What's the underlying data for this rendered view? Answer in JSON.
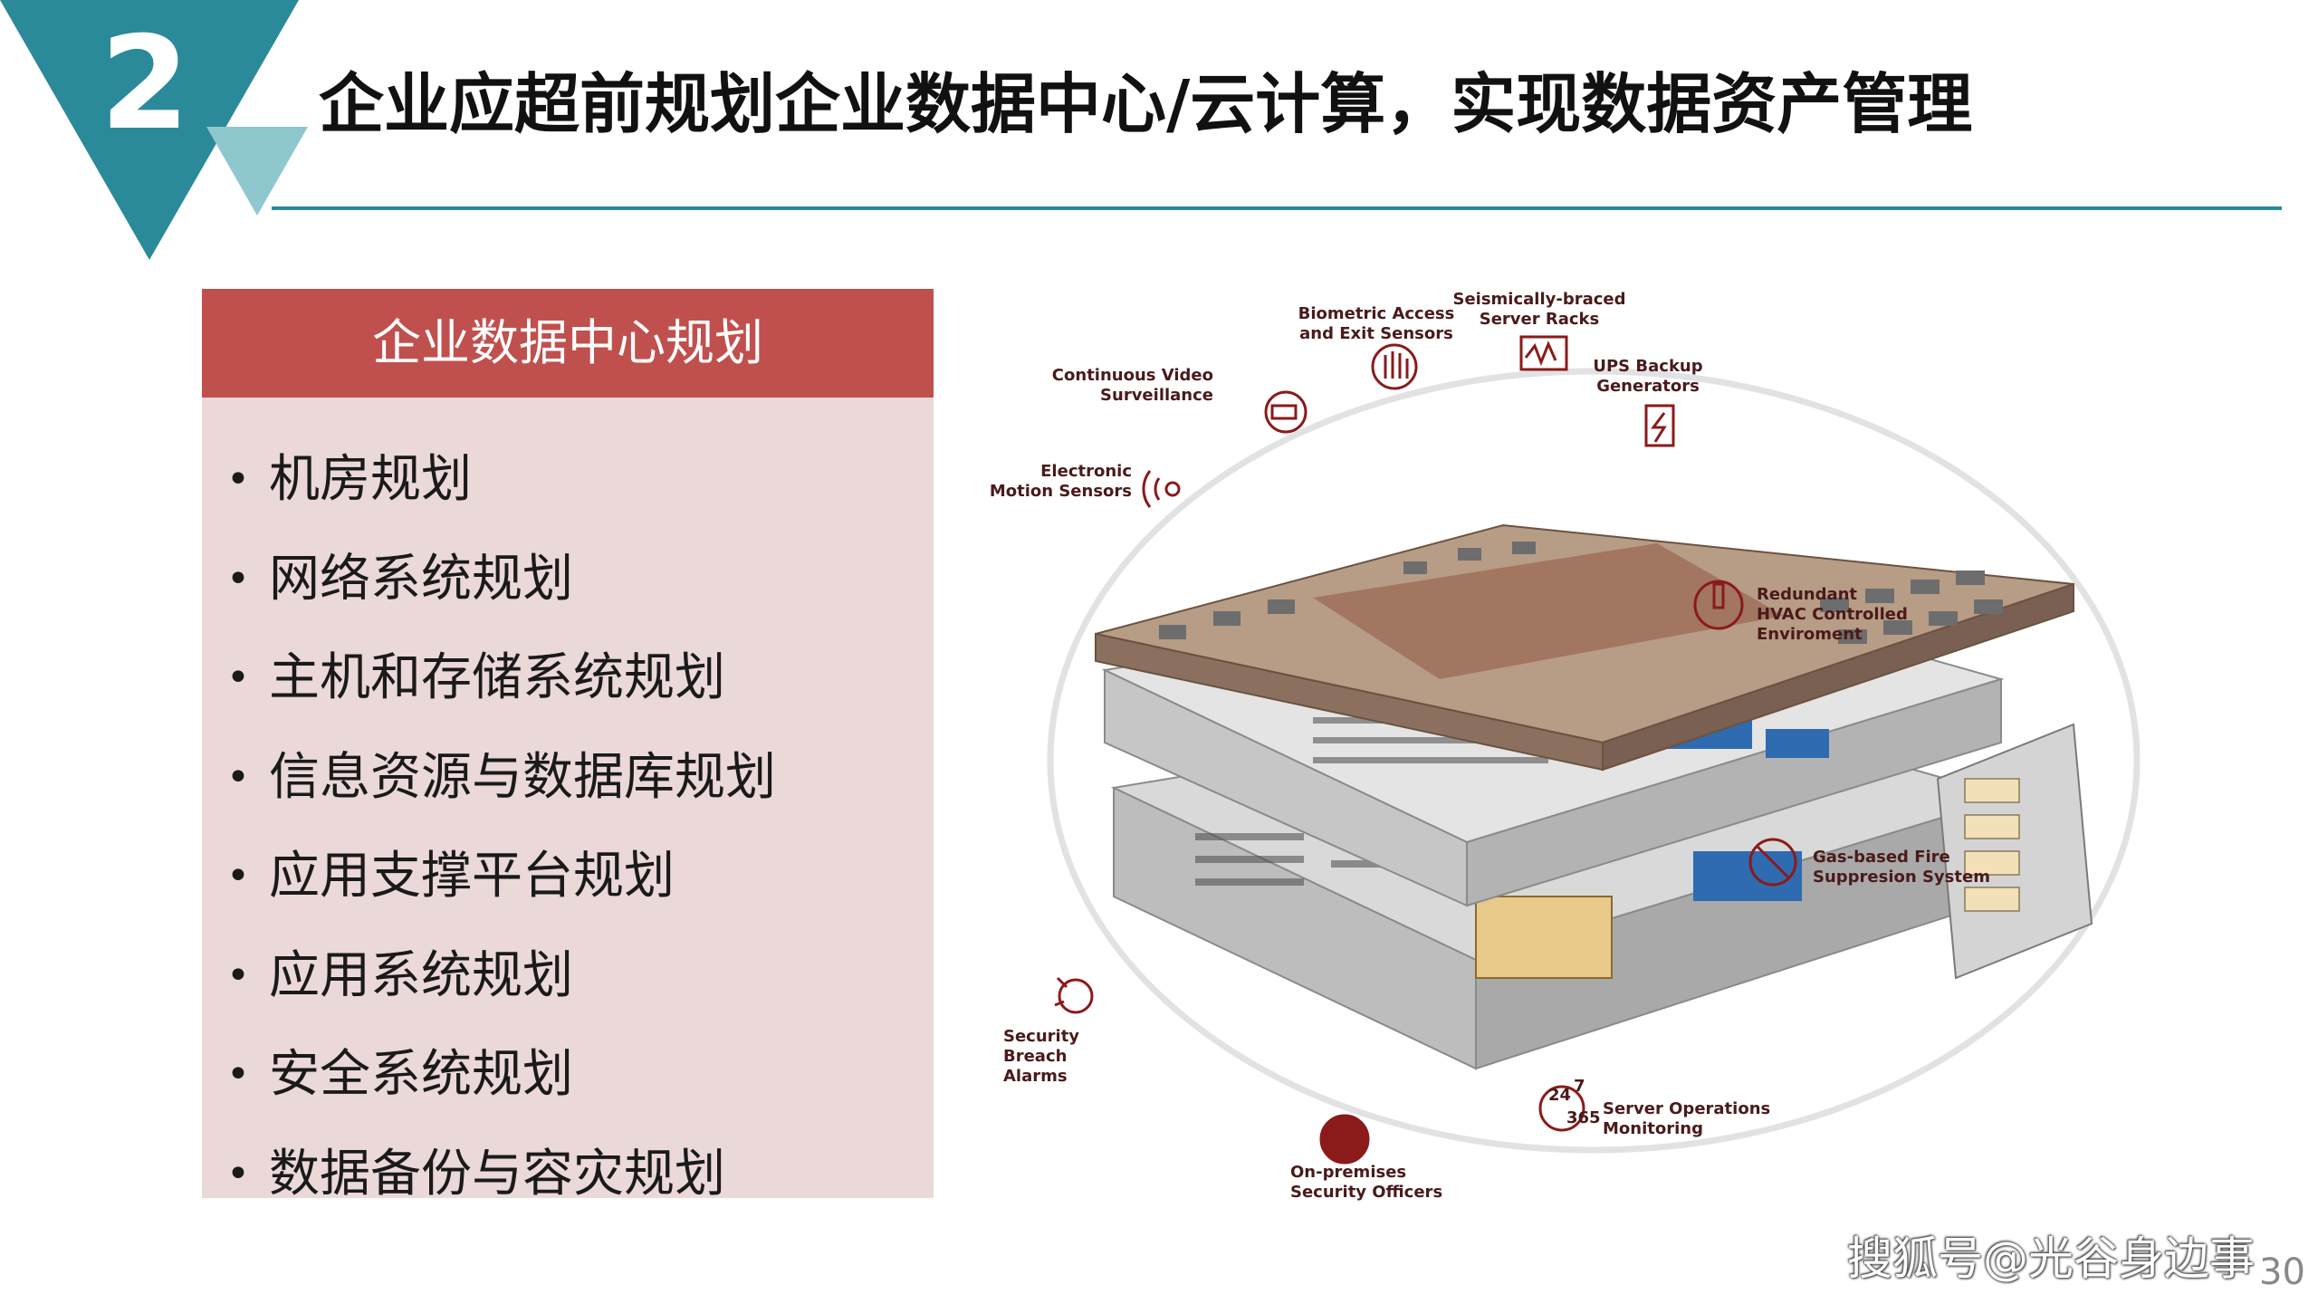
{
  "header": {
    "slide_number": "2",
    "title": "企业应超前规划企业数据中心/云计算，实现数据资产管理",
    "colors": {
      "accent_dark": "#2b8a99",
      "accent_light": "#8fc7cf"
    }
  },
  "panel": {
    "heading": "企业数据中心规划",
    "heading_color": "#c0504d",
    "background_color": "#ebd8d8",
    "items": [
      "机房规划",
      "网络系统规划",
      "主机和存储系统规划",
      "信息资源与数据库规划",
      "应用支撑平台规划",
      "应用系统规划",
      "安全系统规划",
      "数据备份与容灾规划"
    ]
  },
  "illustration": {
    "labels": {
      "biometric": [
        "Biometric Access",
        "and Exit Sensors"
      ],
      "racks": [
        "Seismically-braced",
        "Server Racks"
      ],
      "ups": [
        "UPS Backup",
        "Generators"
      ],
      "video": [
        "Continuous Video",
        "Surveillance"
      ],
      "motion": [
        "Electronic",
        "Motion Sensors"
      ],
      "hvac": [
        "Redundant",
        "HVAC Controlled",
        "Enviroment"
      ],
      "fire": [
        "Gas-based Fire",
        "Suppresion System"
      ],
      "alarms": [
        "Security",
        "Breach",
        "Alarms"
      ],
      "operations": [
        "Server Operations",
        "Monitoring"
      ],
      "officers": [
        "On-premises",
        "Security Officers"
      ]
    },
    "ops_badge": {
      "top": "24",
      "mid": "7",
      "bottom": "365"
    }
  },
  "footer": {
    "watermark": "搜狐号@光谷身边事",
    "page_number": "30"
  }
}
